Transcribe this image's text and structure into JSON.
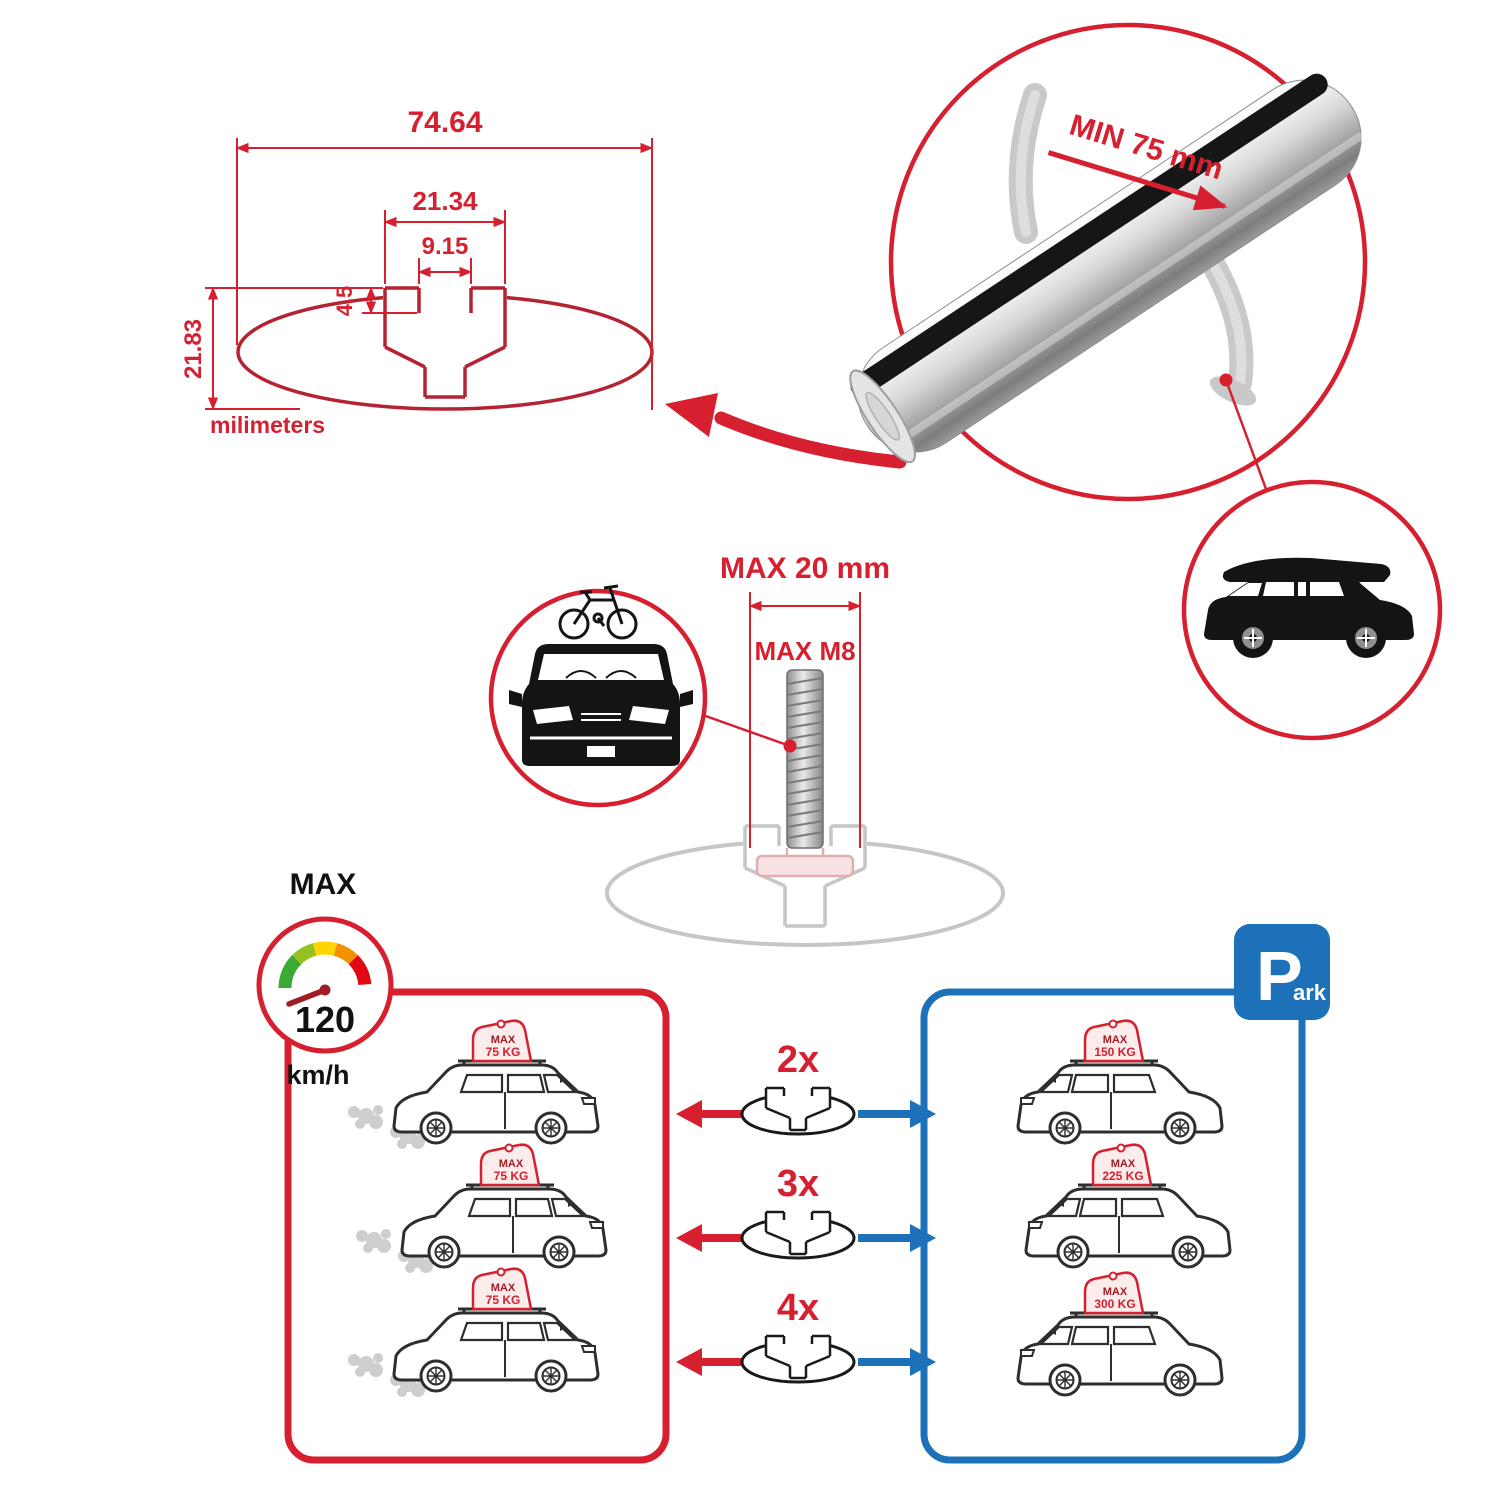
{
  "profile_dims": {
    "outer_width": "74.64",
    "channel_width": "21.34",
    "slot_opening": "9.15",
    "lip_depth": "4.5",
    "profile_height": "21.83",
    "units_label": "milimeters"
  },
  "bar_detail": {
    "min_span_label": "MIN 75 mm"
  },
  "bolt_detail": {
    "max_width_label": "MAX 20 mm",
    "thread_label": "MAX M8"
  },
  "speed_gauge": {
    "max_label": "MAX",
    "value": "120",
    "units_label": "km/h"
  },
  "parking_sign": {
    "letter": "P",
    "suffix": "ark"
  },
  "bar_multipliers": [
    {
      "label": "2x"
    },
    {
      "label": "3x"
    },
    {
      "label": "4x"
    }
  ],
  "driving_cars": [
    {
      "tag_label": "MAX",
      "tag_value": "75 KG"
    },
    {
      "tag_label": "MAX",
      "tag_value": "75 KG"
    },
    {
      "tag_label": "MAX",
      "tag_value": "75 KG"
    }
  ],
  "parked_cars": [
    {
      "tag_label": "MAX",
      "tag_value": "150 KG"
    },
    {
      "tag_label": "MAX",
      "tag_value": "225 KG"
    },
    {
      "tag_label": "MAX",
      "tag_value": "300 KG"
    }
  ],
  "colors": {
    "red": "#d6202f",
    "dark_red": "#a01d26",
    "profile_red": "#b52332",
    "blue": "#1d71b8",
    "light_gray": "#c6c6c6",
    "black": "#141414",
    "gauge_segments": [
      "#3aaa35",
      "#95c11f",
      "#ffd500",
      "#f39200",
      "#e30613"
    ]
  }
}
